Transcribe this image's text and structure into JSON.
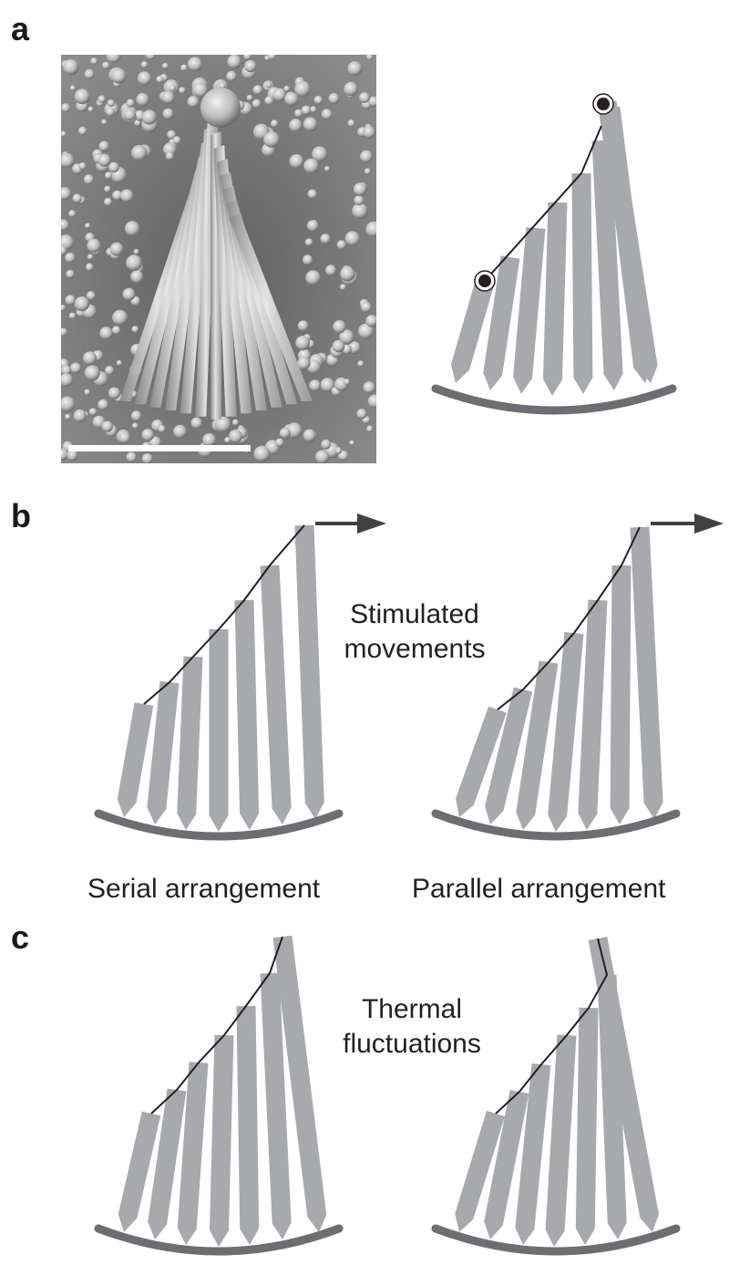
{
  "panels": {
    "a": {
      "label": "a"
    },
    "b": {
      "label": "b",
      "center_caption": [
        "Stimulated",
        "movements"
      ],
      "left_caption": "Serial arrangement",
      "right_caption": "Parallel arrangement"
    },
    "c": {
      "label": "c",
      "center_caption": [
        "Thermal",
        "fluctuations"
      ]
    }
  },
  "colors": {
    "stereocilia": "#a7a9ac",
    "cuticular_plate": "#6d6e71",
    "tip_link": "#231f20",
    "arrow": "#414042",
    "text": "#231f20",
    "micrograph_background": "#7a7a7a",
    "scale_bar": "#ffffff"
  }
}
